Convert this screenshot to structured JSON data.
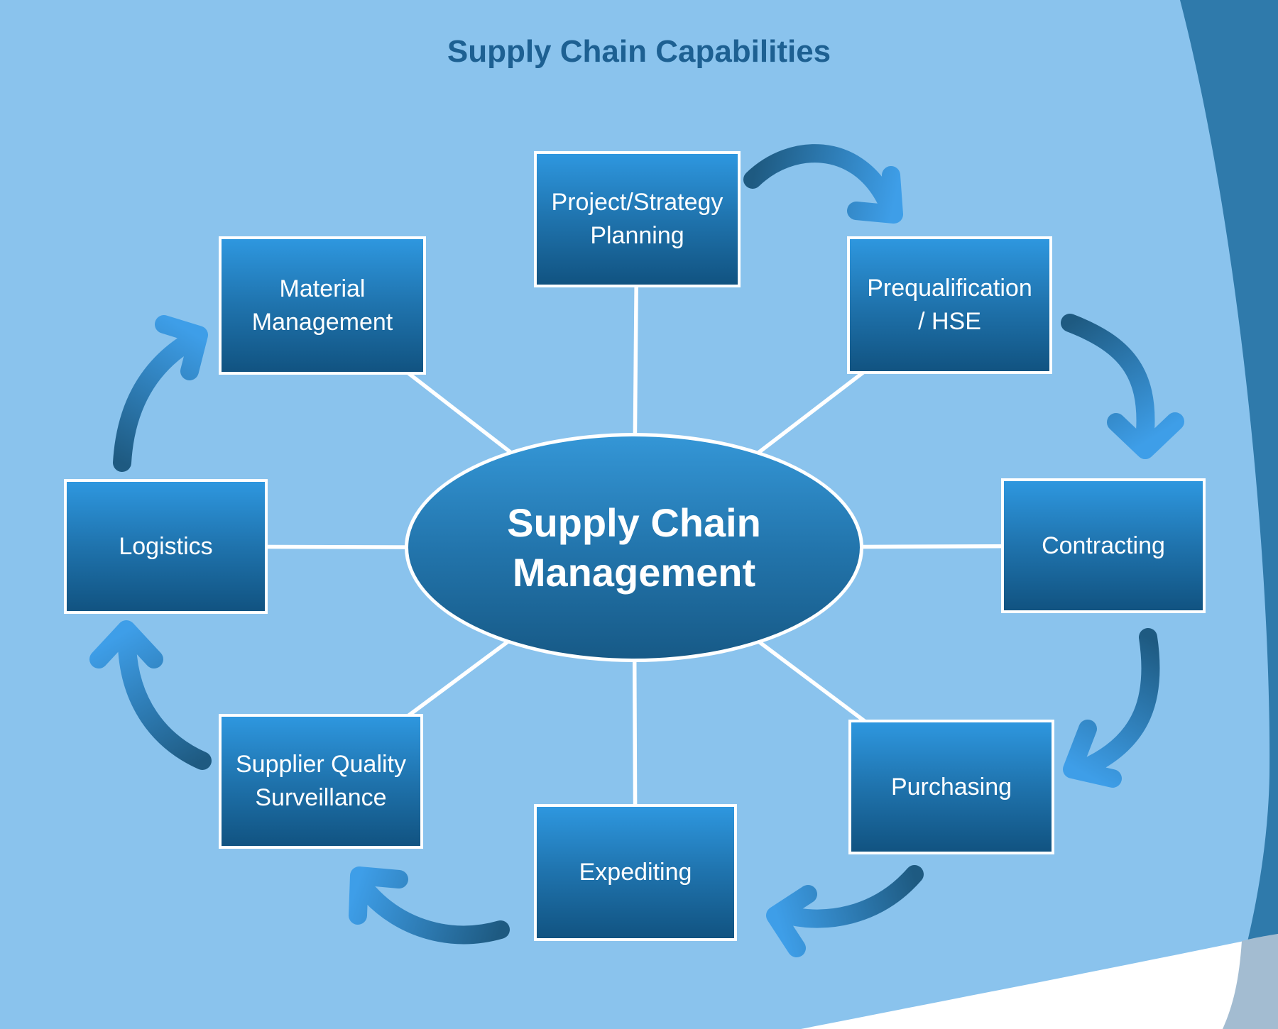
{
  "title": "Supply Chain Capabilities",
  "center": {
    "label": "Supply Chain\nManagement"
  },
  "nodes": [
    {
      "id": "project-strategy-planning",
      "label": "Project/Strategy\nPlanning"
    },
    {
      "id": "prequalification-hse",
      "label": "Prequalification\n/ HSE"
    },
    {
      "id": "contracting",
      "label": "Contracting"
    },
    {
      "id": "purchasing",
      "label": "Purchasing"
    },
    {
      "id": "expediting",
      "label": "Expediting"
    },
    {
      "id": "supplier-quality-surveillance",
      "label": "Supplier Quality\nSurveillance"
    },
    {
      "id": "logistics",
      "label": "Logistics"
    },
    {
      "id": "material-management",
      "label": "Material\nManagement"
    }
  ],
  "flow_arrows": [
    "project-strategy-planning -> prequalification-hse",
    "prequalification-hse -> contracting",
    "contracting -> purchasing",
    "purchasing -> expediting",
    "expediting -> supplier-quality-surveillance",
    "supplier-quality-surveillance -> logistics",
    "logistics -> material-management"
  ],
  "colors": {
    "background": "#8ac3ed",
    "corner_band": "#2f7aab",
    "corner_band_over_white": "#a3bcd1",
    "swoosh": "#ffffff",
    "title_text": "#1d6092",
    "node_fill_top": "#2e97df",
    "node_fill_bottom": "#115381",
    "node_border": "#ffffff",
    "node_text": "#ffffff",
    "ellipse_fill_top": "#3496d6",
    "ellipse_fill_bottom": "#175a87",
    "arrow_tail": "#1e5a81",
    "arrow_head": "#3e9ee8",
    "connector_line": "#ffffff"
  }
}
